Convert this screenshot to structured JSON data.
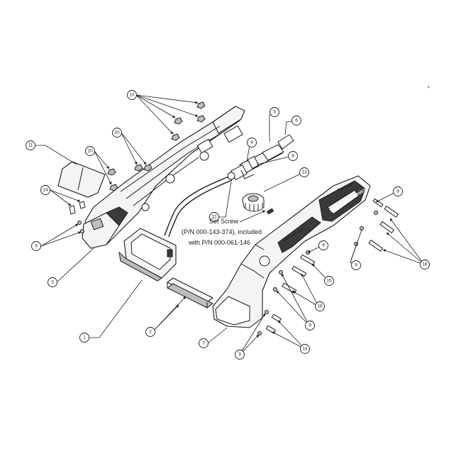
{
  "callouts": {
    "c1": "1",
    "c2": "2",
    "c3": "3",
    "c4": "4",
    "c5": "5",
    "c6": "6",
    "c7": "7",
    "c8": "8",
    "c9": "9",
    "c10": "10",
    "c11": "11",
    "c12": "12",
    "c13": "13",
    "c14": "14",
    "c15": "15",
    "c16": "16"
  },
  "note": {
    "line1": "Set Screw",
    "line2": "(P/N 000-143-374), included",
    "line3": "with P/N 000-061-146"
  },
  "branding": "ThermalDynamics",
  "colors": {
    "line": "#1a1a1a",
    "paper": "#ffffff",
    "grip": "#3a3a3a"
  }
}
